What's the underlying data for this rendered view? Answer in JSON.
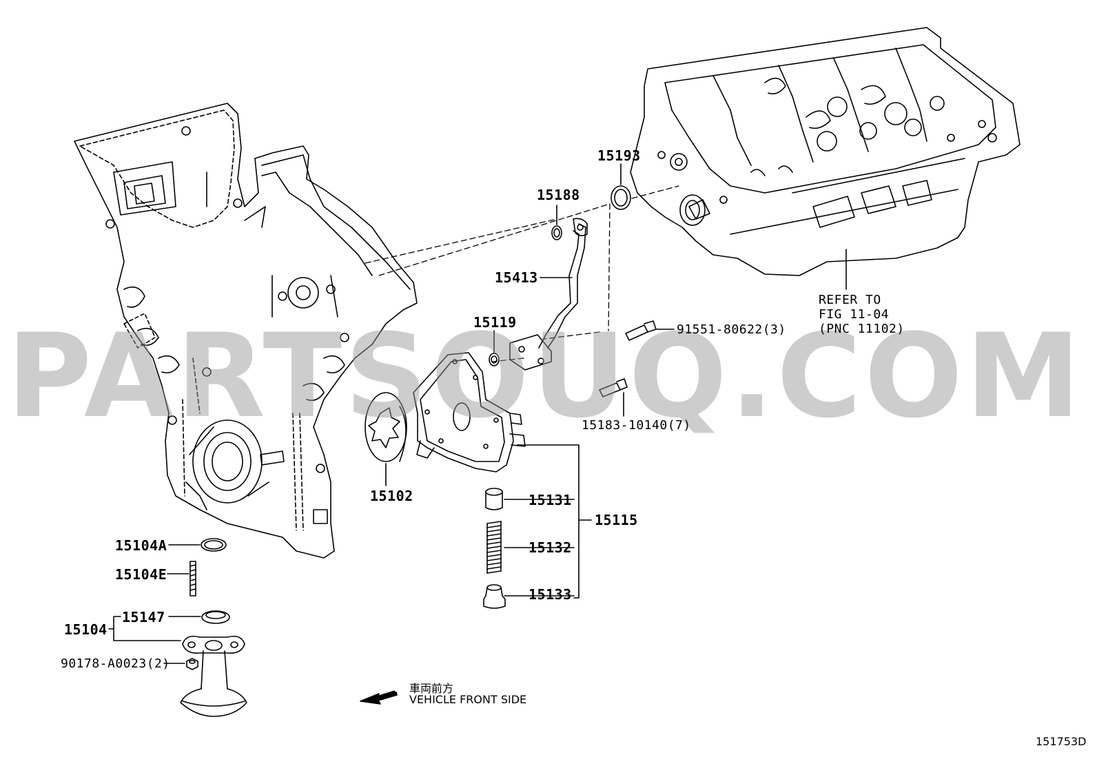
{
  "diagram": {
    "code": "151753D",
    "watermark": "PARTSOUQ.COM",
    "direction_note": {
      "japanese": "車両前方",
      "english": "VEHICLE FRONT SIDE"
    },
    "refer_note": [
      "REFER TO",
      "FIG 11-04",
      "(PNC 11102)"
    ],
    "parts": {
      "p15193": "15193",
      "p15188": "15188",
      "p15413": "15413",
      "p15119": "15119",
      "p91551": "91551-80622(3)",
      "p15183": "15183-10140(7)",
      "p15102": "15102",
      "p15131": "15131",
      "p15132": "15132",
      "p15133": "15133",
      "p15115": "15115",
      "p15104A": "15104A",
      "p15104E": "15104E",
      "p15147": "15147",
      "p15104": "15104",
      "p90178": "90178-A0023(2)"
    }
  }
}
